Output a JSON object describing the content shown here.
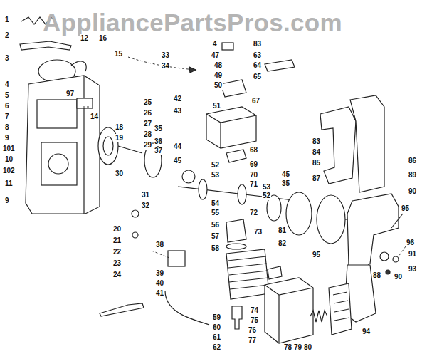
{
  "diagram": {
    "labels": [
      "AppliancePartsPros.com",
      "1",
      "2",
      "3",
      "4",
      "5",
      "6",
      "7",
      "8",
      "9",
      "101",
      "10",
      "102",
      "11",
      "9",
      "12",
      "16",
      "15",
      "97",
      "14",
      "25",
      "26",
      "27",
      "18",
      "19",
      "28",
      "29",
      "30",
      "31",
      "32",
      "20",
      "21",
      "22",
      "23",
      "24",
      "33",
      "34",
      "4",
      "47",
      "48",
      "49",
      "50",
      "83",
      "63",
      "64",
      "65",
      "42",
      "43",
      "51",
      "67",
      "35",
      "36",
      "37",
      "44",
      "45",
      "68",
      "52",
      "69",
      "53",
      "70",
      "71",
      "53",
      "52",
      "45",
      "35",
      "54",
      "55",
      "72",
      "81",
      "82",
      "56",
      "57",
      "73",
      "58",
      "38",
      "39",
      "40",
      "41",
      "74",
      "75",
      "76",
      "77",
      "59",
      "60",
      "61",
      "62",
      "78",
      "79",
      "80",
      "95",
      "95",
      "83",
      "84",
      "85",
      "87",
      "86",
      "89",
      "90",
      "96",
      "91",
      "88",
      "90",
      "93",
      "94"
    ]
  }
}
